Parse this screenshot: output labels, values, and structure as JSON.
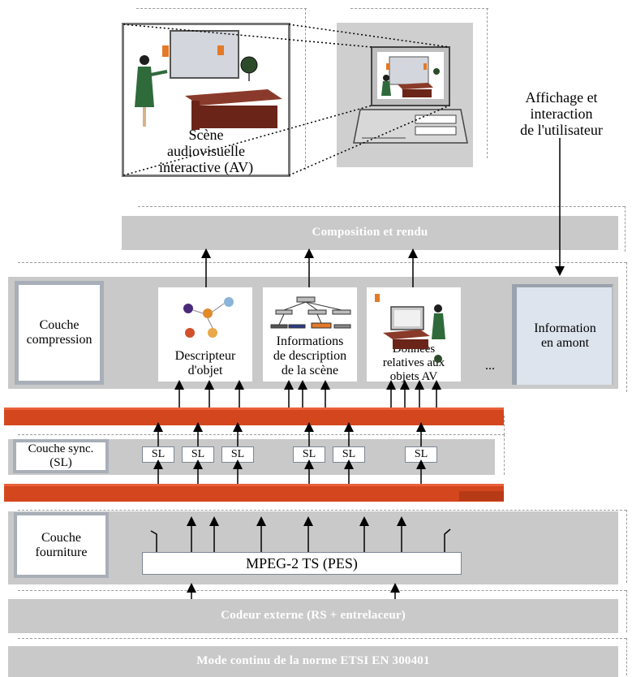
{
  "scene": {
    "caption_line1": "Scène",
    "caption_line2": "audiovisuelle",
    "caption_line3": "interactive (AV)"
  },
  "user_display": {
    "line1": "Affichage et",
    "line2": "interaction",
    "line3": "de l'utilisateur"
  },
  "composition": {
    "label": "Composition et rendu"
  },
  "compression_layer": {
    "label_line1": "Couche",
    "label_line2": "compression",
    "object_descriptor": {
      "line1": "Descripteur",
      "line2": "d'objet"
    },
    "scene_description": {
      "line1": "Informations",
      "line2": "de description",
      "line3": "de la scène"
    },
    "av_object_data": {
      "line1": "Données",
      "line2": "relatives aux",
      "line3": "objets AV"
    },
    "ellipsis": "...",
    "upstream_info": {
      "line1": "Information",
      "line2": "en amont"
    }
  },
  "sync_layer": {
    "label_line1": "Couche sync.",
    "label_line2": "(SL)",
    "sl_labels": [
      "SL",
      "SL",
      "SL",
      "SL",
      "SL",
      "SL"
    ]
  },
  "delivery_layer": {
    "label_line1": "Couche",
    "label_line2": "fourniture",
    "transport": "MPEG-2 TS (PES)"
  },
  "outer_coder": {
    "label": "Codeur externe (RS + entrelaceur)"
  },
  "bottom": {
    "label": "Mode continu de la norme ETSI EN 300401"
  },
  "colors": {
    "layer_gray": "#c9c9c9",
    "bar_red": "#d4471e",
    "frame_blue_gray": "#a9afb8",
    "upstream_fill": "#dde4ee"
  }
}
